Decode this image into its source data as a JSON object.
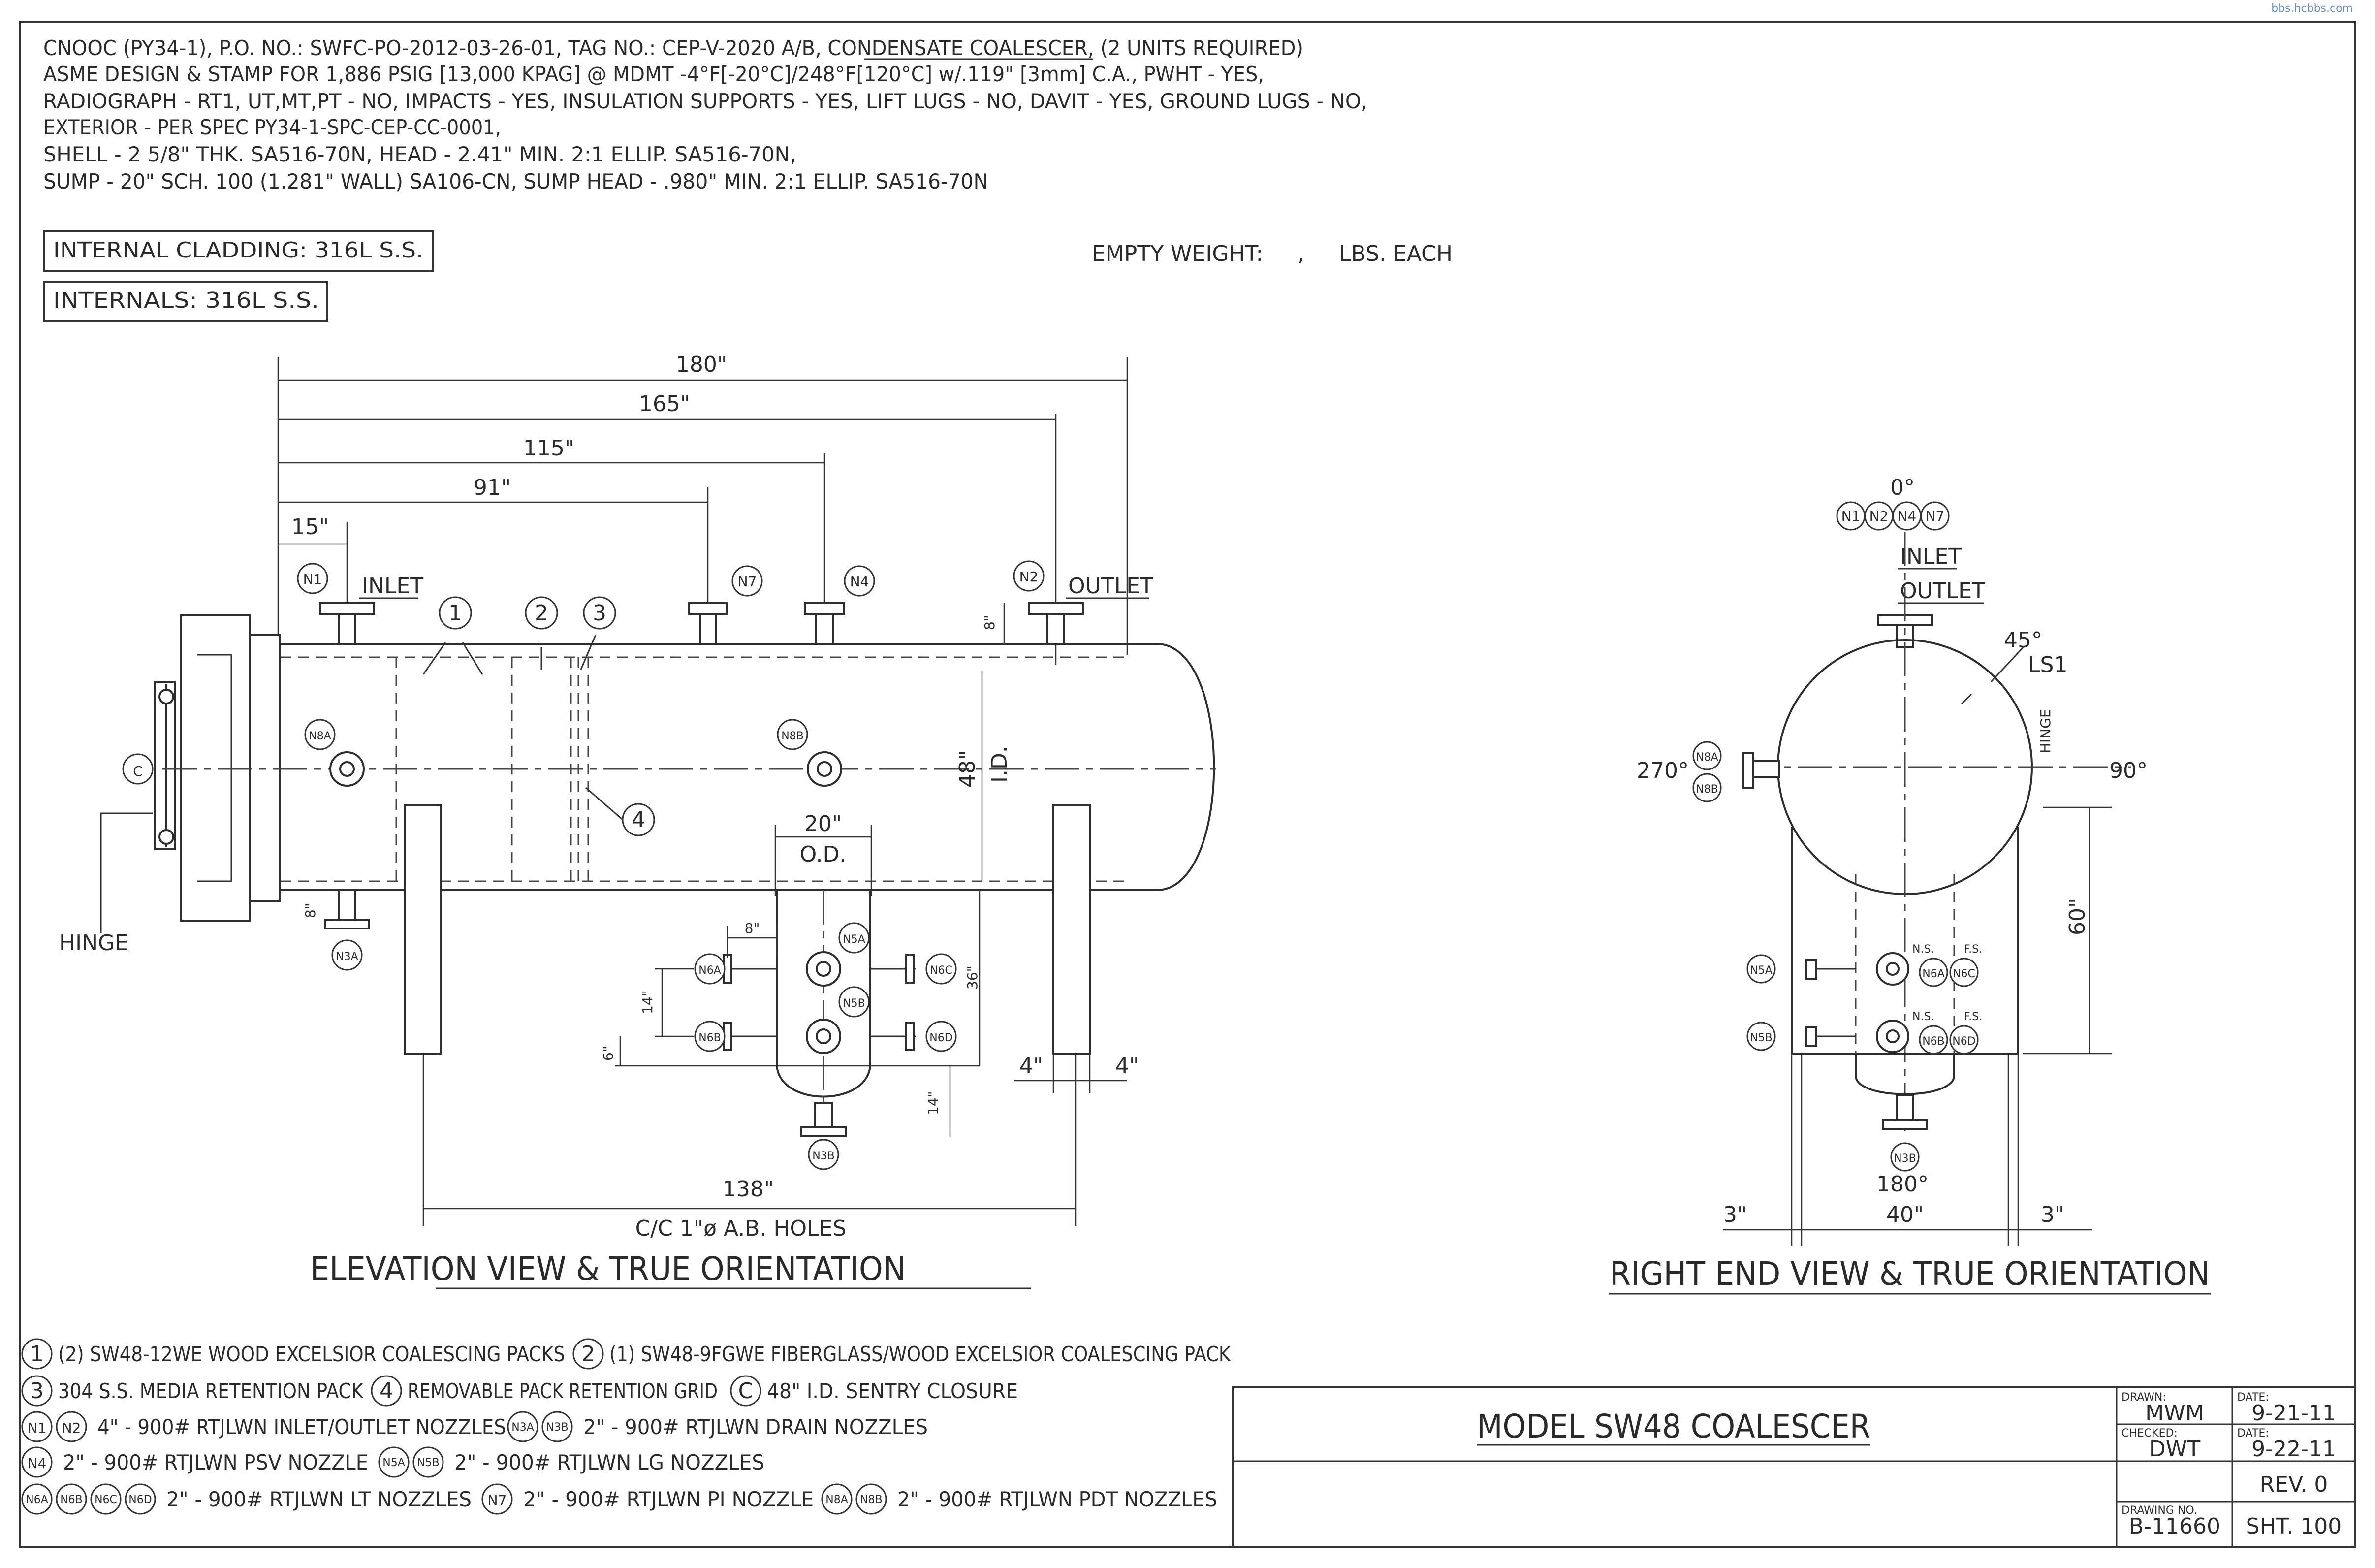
{
  "corner_mark": "bbs.hcbbs.com",
  "header_lines": [
    "CNOOC (PY34-1), P.O. NO.: SWFC-PO-2012-03-26-01, TAG NO.: CEP-V-2020 A/B, CONDENSATE COALESCER, (2 UNITS REQUIRED)",
    "ASME DESIGN & STAMP FOR 1,886 PSIG [13,000 KPAG] @ MDMT -4°F[-20°C]/248°F[120°C] w/.119\" [3mm] C.A., PWHT - YES,",
    "RADIOGRAPH - RT1, UT,MT,PT - NO, IMPACTS - YES, INSULATION SUPPORTS - YES, LIFT LUGS - NO, DAVIT - YES, GROUND LUGS - NO,",
    "EXTERIOR - PER SPEC PY34-1-SPC-CEP-CC-0001,",
    "SHELL - 2 5/8\" THK. SA516-70N, HEAD - 2.41\" MIN. 2:1 ELLIP. SA516-70N,",
    "SUMP - 20\" SCH. 100 (1.281\" WALL) SA106-CN, SUMP HEAD - .980\" MIN. 2:1 ELLIP. SA516-70N"
  ],
  "cladding_box": "INTERNAL CLADDING: 316L S.S.",
  "internals_box": "INTERNALS: 316L S.S.",
  "empty_weight": "EMPTY WEIGHT:     ,     LBS. EACH",
  "elevation": {
    "title": "ELEVATION VIEW & TRUE ORIENTATION",
    "dims": {
      "d180": "180\"",
      "d165": "165\"",
      "d115": "115\"",
      "d91": "91\"",
      "d15": "15\"",
      "d8a": "8\"",
      "d8b": "8\"",
      "d8c": "8\"",
      "d48": "48\"",
      "id": "I.D.",
      "d20": "20\"",
      "od": "O.D.",
      "d36": "36\"",
      "d14a": "14\"",
      "d6": "6\"",
      "d14b": "14\"",
      "d4a": "4\"",
      "d4b": "4\"",
      "d138": "138\"",
      "holes": "C/C 1\"ø A.B. HOLES"
    },
    "labels": {
      "inlet": "INLET",
      "outlet": "OUTLET",
      "hinge": "HINGE",
      "c": "C"
    },
    "nozzles": {
      "n1": "N1",
      "n2": "N2",
      "n7": "N7",
      "n4": "N4",
      "n8a": "N8A",
      "n8b": "N8B",
      "n3a": "N3A",
      "n3b": "N3B",
      "n5a": "N5A",
      "n5b": "N5B",
      "n6a": "N6A",
      "n6b": "N6B",
      "n6c": "N6C",
      "n6d": "N6D"
    },
    "items": {
      "i1": "1",
      "i2": "2",
      "i3": "3",
      "i4": "4"
    }
  },
  "end_view": {
    "title": "RIGHT END VIEW & TRUE ORIENTATION",
    "angles": {
      "a0": "0°",
      "a45": "45°",
      "a90": "90°",
      "a180": "180°",
      "a270": "270°"
    },
    "labels": {
      "inlet": "INLET",
      "outlet": "OUTLET",
      "ls1": "LS1",
      "hinge": "HINGE",
      "ns1": "N.S.",
      "fs1": "F.S.",
      "ns2": "N.S.",
      "fs2": "F.S."
    },
    "dims": {
      "d60": "60\"",
      "d40": "40\"",
      "d3a": "3\"",
      "d3b": "3\""
    },
    "nozzles": {
      "n1": "N1",
      "n2": "N2",
      "n4": "N4",
      "n7": "N7",
      "n8a": "N8A",
      "n8b": "N8B",
      "n5a": "N5A",
      "n5b": "N5B",
      "n6a": "N6A",
      "n6b": "N6B",
      "n6c": "N6C",
      "n6d": "N6D",
      "n3b": "N3B"
    }
  },
  "notes": {
    "line1": {
      "b1": "1",
      "t1": "(2) SW48-12WE WOOD EXCELSIOR COALESCING PACKS",
      "b2": "2",
      "t2": "(1) SW48-9FGWE FIBERGLASS/WOOD EXCELSIOR COALESCING PACK"
    },
    "line2": {
      "b3": "3",
      "t3": "304 S.S. MEDIA RETENTION PACK",
      "b4": "4",
      "t4": "REMOVABLE PACK RETENTION GRID",
      "bc": "C",
      "tc": "48\" I.D. SENTRY CLOSURE"
    },
    "line3": {
      "b1": "N1",
      "b2": "N2",
      "t1": "4\" - 900# RTJLWN INLET/OUTLET NOZZLES",
      "b3": "N3A",
      "b4": "N3B",
      "t2": "2\" - 900# RTJLWN DRAIN NOZZLES"
    },
    "line4": {
      "b1": "N4",
      "t1": "2\" - 900# RTJLWN PSV NOZZLE",
      "b2": "N5A",
      "b3": "N5B",
      "t2": "2\" - 900# RTJLWN LG NOZZLES"
    },
    "line5": {
      "b1": "N6A",
      "b2": "N6B",
      "b3": "N6C",
      "b4": "N6D",
      "t1": "2\" - 900# RTJLWN LT NOZZLES",
      "b5": "N7",
      "t2": "2\" - 900# RTJLWN PI NOZZLE",
      "b6": "N8A",
      "b7": "N8B",
      "t3": "2\" - 900# RTJLWN PDT NOZZLES"
    }
  },
  "title_block": {
    "model": "MODEL SW48 COALESCER",
    "drawn_label": "DRAWN:",
    "drawn_value": "MWM",
    "date1_label": "DATE:",
    "date1_value": "9-21-11",
    "checked_label": "CHECKED:",
    "checked_value": "DWT",
    "date2_label": "DATE:",
    "date2_value": "9-22-11",
    "rev": "REV. 0",
    "drawing_no_label": "DRAWING NO.",
    "drawing_no_value": "B-11660",
    "sheet": "SHT. 100"
  }
}
